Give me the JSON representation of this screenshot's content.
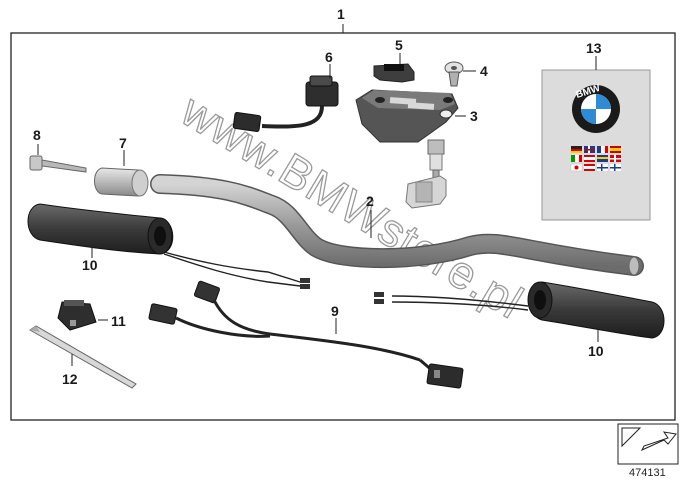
{
  "callouts": {
    "c1": "1",
    "c2": "2",
    "c3": "3",
    "c4": "4",
    "c5": "5",
    "c6": "6",
    "c7": "7",
    "c8": "8",
    "c9": "9",
    "c10a": "10",
    "c10b": "10",
    "c11": "11",
    "c12": "12",
    "c13": "13"
  },
  "watermark": "www.BMWstore.pl",
  "manual_logo": "BMW",
  "reference_number": "474131",
  "icons": {
    "logo": "bmw-roundel-icon",
    "flags": "language-flags-icon",
    "corner": "folded-corner-arrow-icon"
  },
  "colors": {
    "part_dark": "#3a3a3a",
    "part_mid": "#8a8a8a",
    "part_light": "#c8c8c8",
    "manual_bg": "#dcdcdc",
    "bmw_blue": "#2f8bd4"
  }
}
